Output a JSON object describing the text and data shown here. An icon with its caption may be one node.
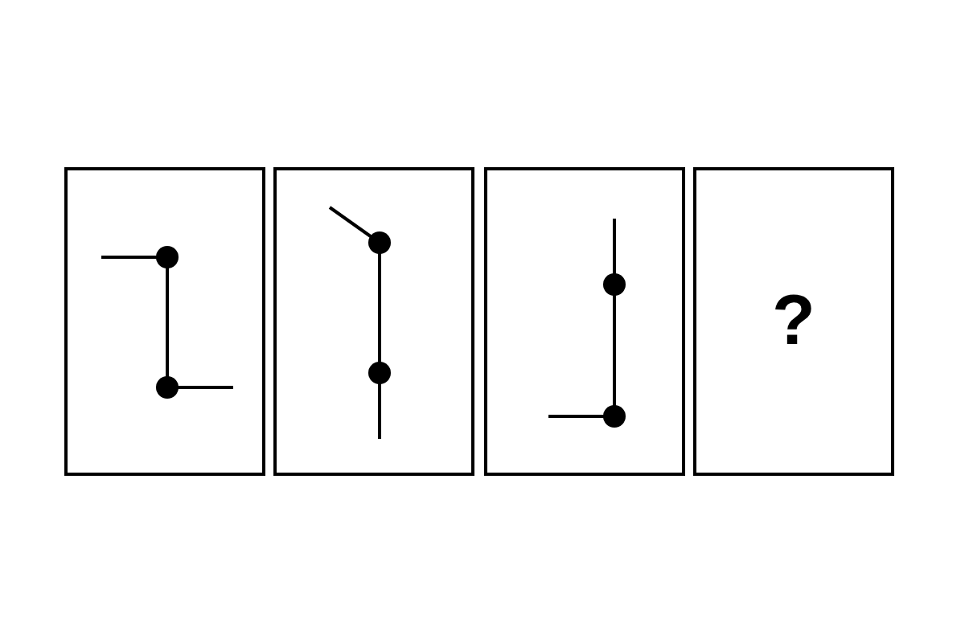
{
  "diagram": {
    "nodes": [
      {
        "text": [],
        "shape": "box"
      },
      {
        "text": [],
        "shape": "box"
      },
      {
        "text": [],
        "shape": "box"
      },
      {
        "text": [
          "?"
        ]
      }
    ]
  }
}
